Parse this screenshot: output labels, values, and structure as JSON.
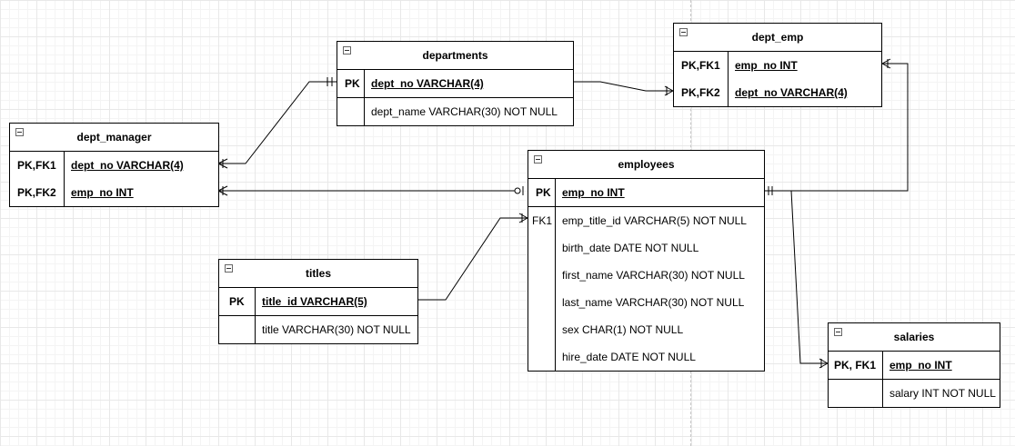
{
  "entities": {
    "departments": {
      "name": "departments",
      "pk_rows": [
        {
          "key": "PK",
          "field": "dept_no  VARCHAR(4)"
        }
      ],
      "rows": [
        {
          "key": "",
          "field": "dept_name VARCHAR(30) NOT NULL"
        }
      ]
    },
    "dept_emp": {
      "name": "dept_emp",
      "pk_rows": [
        {
          "key": "PK,FK1",
          "field": "emp_no INT"
        },
        {
          "key": "PK,FK2",
          "field": "dept_no VARCHAR(4)"
        }
      ],
      "rows": []
    },
    "dept_manager": {
      "name": "dept_manager",
      "pk_rows": [
        {
          "key": "PK,FK1",
          "field": "dept_no VARCHAR(4)"
        },
        {
          "key": "PK,FK2",
          "field": "emp_no INT"
        }
      ],
      "rows": []
    },
    "employees": {
      "name": "employees",
      "pk_rows": [
        {
          "key": "PK",
          "field": "emp_no INT"
        }
      ],
      "rows": [
        {
          "key": "FK1",
          "field": "emp_title_id VARCHAR(5) NOT NULL"
        },
        {
          "key": "",
          "field": "birth_date DATE NOT NULL"
        },
        {
          "key": "",
          "field": "first_name VARCHAR(30) NOT NULL"
        },
        {
          "key": "",
          "field": "last_name VARCHAR(30) NOT NULL"
        },
        {
          "key": "",
          "field": "sex CHAR(1) NOT NULL"
        },
        {
          "key": "",
          "field": "hire_date DATE NOT NULL"
        }
      ]
    },
    "titles": {
      "name": "titles",
      "pk_rows": [
        {
          "key": "PK",
          "field": "title_id VARCHAR(5)"
        }
      ],
      "rows": [
        {
          "key": "",
          "field": "title VARCHAR(30) NOT NULL"
        }
      ]
    },
    "salaries": {
      "name": "salaries",
      "pk_rows": [
        {
          "key": "PK, FK1",
          "field": "emp_no INT"
        }
      ],
      "rows": [
        {
          "key": "",
          "field": "salary INT NOT NULL"
        }
      ]
    }
  },
  "relationships": [
    {
      "from": "departments.dept_no",
      "to": "dept_manager.dept_no",
      "from_end": "one-and-only-one",
      "to_end": "one-or-many"
    },
    {
      "from": "departments.dept_no",
      "to": "dept_emp.dept_no",
      "from_end": "none",
      "to_end": "one-or-many"
    },
    {
      "from": "employees.emp_no",
      "to": "dept_manager.emp_no",
      "from_end": "zero-or-one",
      "to_end": "one-or-many"
    },
    {
      "from": "employees.emp_no",
      "to": "dept_emp.emp_no",
      "from_end": "one-and-only-one",
      "to_end": "one-or-many"
    },
    {
      "from": "employees.emp_no",
      "to": "salaries.emp_no",
      "from_end": "none",
      "to_end": "one-or-many"
    },
    {
      "from": "titles.title_id",
      "to": "employees.emp_title_id",
      "from_end": "none",
      "to_end": "one-or-many"
    }
  ]
}
